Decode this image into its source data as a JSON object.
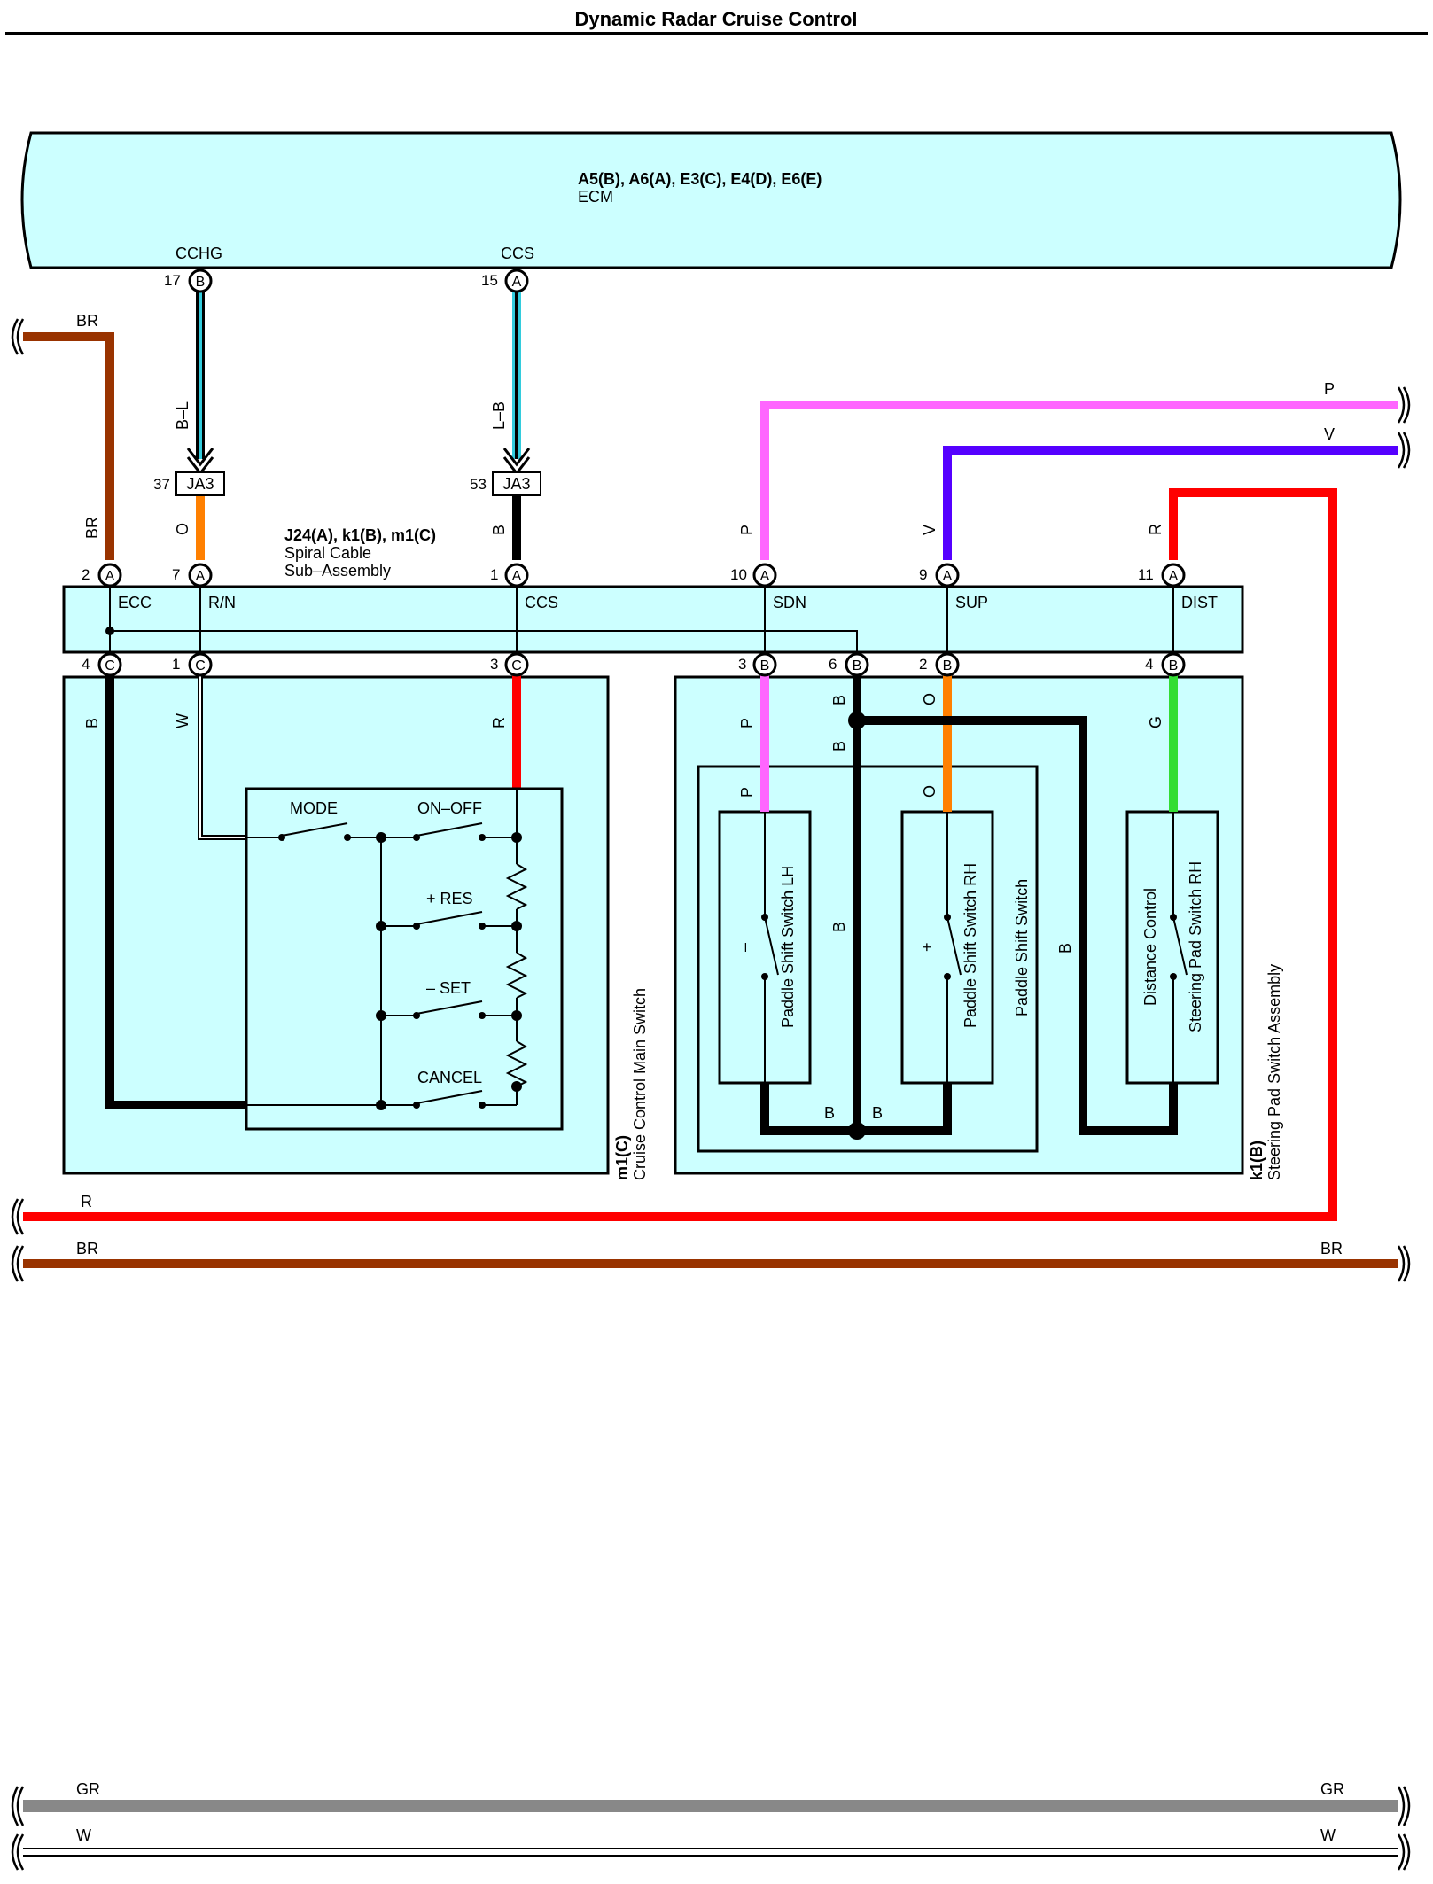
{
  "title": "Dynamic Radar Cruise Control",
  "ecm": {
    "connectors": "A5(B), A6(A), E3(C), E4(D), E6(E)",
    "name": "ECM",
    "pins": [
      {
        "signal": "CCHG",
        "pin": "17",
        "conn": "B"
      },
      {
        "signal": "CCS",
        "pin": "15",
        "conn": "A"
      }
    ]
  },
  "wires": {
    "br": "BR",
    "bl": "B–L",
    "lb": "L–B",
    "o": "O",
    "b": "B",
    "p": "P",
    "v": "V",
    "r": "R",
    "w": "W",
    "g": "G",
    "gr": "GR"
  },
  "junctions": [
    {
      "pin": "37",
      "name": "JA3"
    },
    {
      "pin": "53",
      "name": "JA3"
    }
  ],
  "spiral": {
    "connectors": "J24(A), k1(B), m1(C)",
    "name1": "Spiral Cable",
    "name2": "Sub–Assembly",
    "top_pins": [
      {
        "pin": "2",
        "conn": "A",
        "signal": "ECC"
      },
      {
        "pin": "7",
        "conn": "A",
        "signal": "R/N"
      },
      {
        "pin": "1",
        "conn": "A",
        "signal": "CCS"
      },
      {
        "pin": "10",
        "conn": "A",
        "signal": "SDN"
      },
      {
        "pin": "9",
        "conn": "A",
        "signal": "SUP"
      },
      {
        "pin": "11",
        "conn": "A",
        "signal": "DIST"
      }
    ],
    "bottom_pins": [
      {
        "pin": "4",
        "conn": "C"
      },
      {
        "pin": "1",
        "conn": "C"
      },
      {
        "pin": "3",
        "conn": "C"
      },
      {
        "pin": "3",
        "conn": "B"
      },
      {
        "pin": "6",
        "conn": "B"
      },
      {
        "pin": "2",
        "conn": "B"
      },
      {
        "pin": "4",
        "conn": "B"
      }
    ]
  },
  "main_switch": {
    "connector": "m1(C)",
    "name": "Cruise Control Main Switch",
    "switches": [
      "MODE",
      "ON–OFF",
      "+ RES",
      "– SET",
      "CANCEL"
    ]
  },
  "pad_switch": {
    "connector": "k1(B)",
    "name": "Steering Pad Switch Assembly",
    "paddle": "Paddle Shift Switch",
    "lh": "Paddle Shift Switch LH",
    "rh": "Paddle Shift Switch RH",
    "lh_mark": "–",
    "rh_mark": "+",
    "dist1": "Distance Control",
    "dist2": "Steering Pad Switch RH"
  },
  "colors": {
    "BR": "#993300",
    "B": "#000000",
    "O": "#ff8000",
    "L": "#33ccdd",
    "P": "#ff66ff",
    "V": "#5500ff",
    "R": "#ff0000",
    "G": "#33dd33",
    "GR": "#888888",
    "box": "#ccffff"
  }
}
